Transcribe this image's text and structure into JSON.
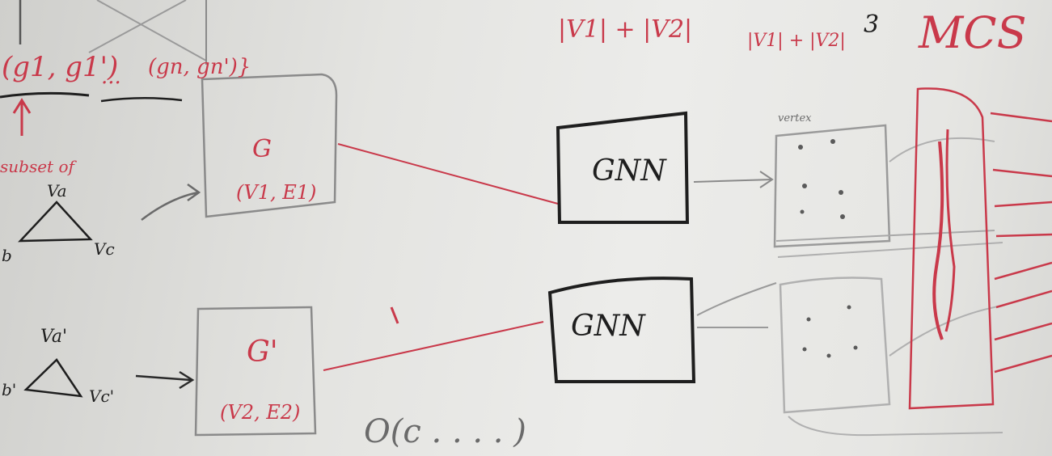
{
  "photo": {
    "subject": "whiteboard",
    "ink_colors": {
      "red": "#c9394a",
      "black": "#1e1e1e",
      "grey": "#8a8a8a"
    }
  },
  "labels": {
    "pair_list_start": "(g1, g1')",
    "pair_list_dots": "...",
    "pair_list_end": "(gn, gn')}",
    "subset_of": "subset of",
    "graph_g": "G",
    "graph_g_sets": "(V1, E1)",
    "graph_g_prime": "G'",
    "graph_g_prime_sets": "(V2, E2)",
    "triangle_top_label": "Va",
    "triangle_left_label": "b",
    "triangle_right_label": "Vc",
    "triangle2_top_label": "Va'",
    "triangle2_left_label": "b'",
    "triangle2_right_label": "Vc'",
    "gnn_top": "GNN",
    "gnn_bottom": "GNN",
    "size_label_1": "|V1| + |V2|",
    "size_label_2": "|V1| + |V2|",
    "number_3": "3",
    "mcs": "MCS",
    "matrix_label": "vertex",
    "bottom_scribble": "O(c . . . . )"
  }
}
